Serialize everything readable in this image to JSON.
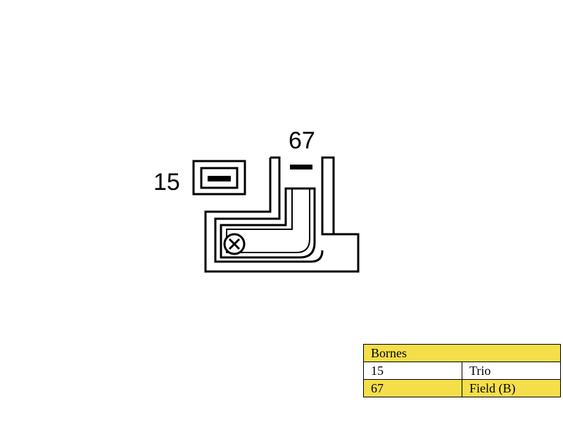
{
  "diagram": {
    "terminals": [
      {
        "id": "15",
        "label": "15"
      },
      {
        "id": "67",
        "label": "67"
      }
    ],
    "colors": {
      "stroke": "#000000",
      "background": "#ffffff",
      "legend_highlight": "#f4df4a"
    }
  },
  "legend": {
    "title": "Bornes",
    "rows": [
      {
        "terminal": "15",
        "description": "Trio",
        "highlight": false
      },
      {
        "terminal": "67",
        "description": "Field (B)",
        "highlight": true
      }
    ]
  }
}
